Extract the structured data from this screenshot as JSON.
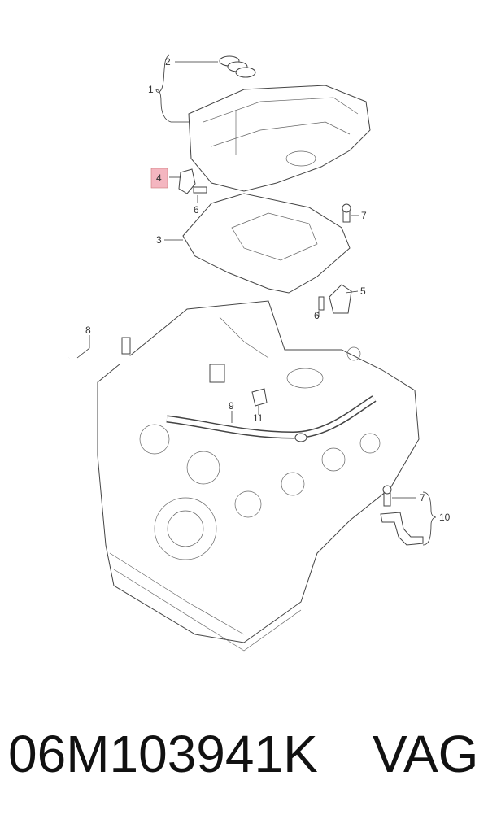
{
  "diagram": {
    "callouts": [
      {
        "id": "c1",
        "label": "1"
      },
      {
        "id": "c2",
        "label": "2"
      },
      {
        "id": "c3",
        "label": "3"
      },
      {
        "id": "c4",
        "label": "4"
      },
      {
        "id": "c5",
        "label": "5"
      },
      {
        "id": "c6a",
        "label": "6"
      },
      {
        "id": "c6b",
        "label": "6"
      },
      {
        "id": "c7a",
        "label": "7"
      },
      {
        "id": "c7b",
        "label": "7"
      },
      {
        "id": "c8",
        "label": "8"
      },
      {
        "id": "c9",
        "label": "9"
      },
      {
        "id": "c10",
        "label": "10"
      },
      {
        "id": "c11",
        "label": "11"
      }
    ],
    "highlight_color": "#f4b6c0"
  },
  "footer": {
    "part_number": "06M103941K",
    "brand": "VAG"
  }
}
